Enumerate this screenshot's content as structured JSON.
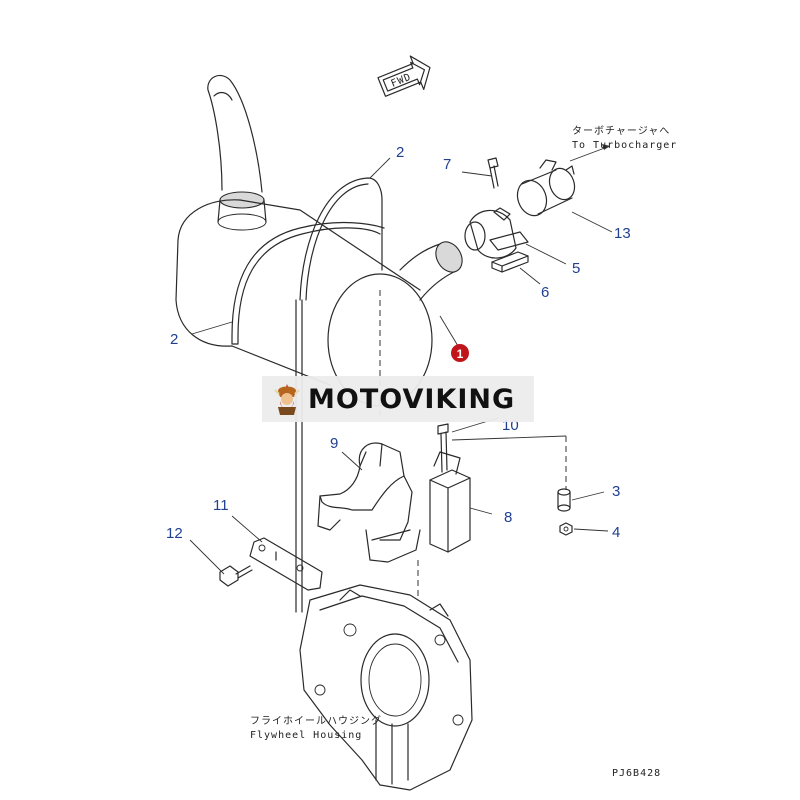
{
  "fwd_label": "FWD",
  "turbo_note_jp": "ターボチャージャへ",
  "turbo_note_en": "To Turbocharger",
  "housing_note_jp": "フライホイールハウジング",
  "housing_note_en": "Flywheel Housing",
  "drawing_code": "PJ6B428",
  "watermark": {
    "brand": "MOTOVIKING",
    "brand_color": "#111111"
  },
  "callouts": {
    "c1": "1",
    "c2a": "2",
    "c2b": "2",
    "c3": "3",
    "c4": "4",
    "c5": "5",
    "c6": "6",
    "c7": "7",
    "c8": "8",
    "c9": "9",
    "c10": "10",
    "c11": "11",
    "c12": "12",
    "c13": "13"
  },
  "colors": {
    "callout_text": "#1f3f8f",
    "highlight_marker": "#c0161b"
  }
}
